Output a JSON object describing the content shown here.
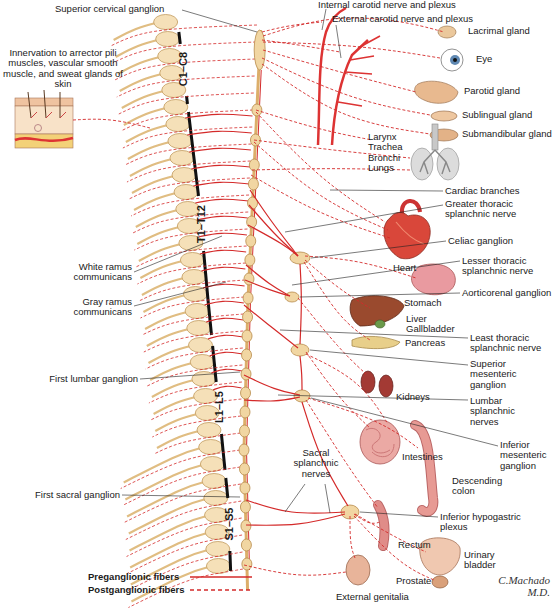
{
  "diagram": {
    "labels": [
      "Superior cervical ganglion",
      "Internal carotid nerve and plexus",
      "External carotid nerve and plexus",
      "Lacrimal gland",
      "Eye",
      "Parotid gland",
      "Sublingual gland",
      "Submandibular gland",
      "Innervation to arrector pili muscles, vascular smooth muscle, and sweat glands of skin",
      "C1–C8",
      "Larynx Trachea Bronchi Lungs",
      "Cardiac branches",
      "Greater thoracic splanchnic nerve",
      "Heart",
      "T1–T12",
      "Celiac ganglion",
      "Lesser thoracic splanchnic nerve",
      "Stomach",
      "White ramus communicans",
      "Aorticorenal ganglion",
      "Liver Gallbladder",
      "Gray ramus communicans",
      "Pancreas",
      "Least thoracic splanchnic nerve",
      "Superior mesenteric ganglion",
      "Kidneys",
      "L1–L5",
      "First lumbar ganglion",
      "Intestines",
      "Lumbar splanchnic nerves",
      "Sacral splanchnic nerves",
      "Descending colon",
      "Inferior mesenteric ganglion",
      "First sacral ganglion",
      "Rectum",
      "Inferior hypogastric plexus",
      "S1–S5",
      "Urinary bladder",
      "Prostate",
      "External genitalia",
      "C.Machado M.D."
    ],
    "legend": [
      {
        "text": "Preganglionic fibers"
      },
      {
        "text": "Postganglionic fibers"
      }
    ]
  }
}
